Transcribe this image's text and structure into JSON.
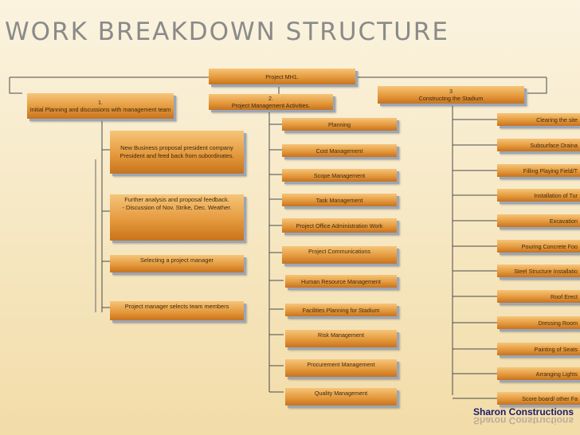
{
  "title": "WORK BREAKDOWN STRUCTURE",
  "root": {
    "label": "Project MH1."
  },
  "branch1": {
    "label": "1.\nInitial Planning and discussions with management team",
    "children": [
      "New Business proposal president company President and feed back from subordinates.",
      "Further analysis and proposal feedback.\n- Discussion of Nov. Strike, Dec. Weather.",
      "Selecting a project manager",
      "Project manager selects team members"
    ]
  },
  "branch2": {
    "label": "2.\nProject Management Activities.",
    "children": [
      "Planning",
      "Cost Management",
      "Scope Management",
      "Task Management",
      "Project Office Administration Work",
      "Project  Communications",
      "Human Resource Management",
      "Facilities Planning for Stadium",
      "Risk Management",
      "Procurement Management",
      "Quality Management"
    ]
  },
  "branch3": {
    "label": "3\nConstructing the Stadium",
    "children": [
      "Clearing the site",
      "Subsurface Draina",
      "Filling Playing Field/T",
      "Installation of Tur",
      "Excavation",
      "Pouring Concrete Foo",
      "Steel Structure Installatio",
      "Roof Erect",
      "Dressing Room",
      "Painting of Seats",
      "Arranging Lights",
      "Score board/ other Fa"
    ]
  },
  "logo": {
    "text": "Sharon Constructions"
  }
}
